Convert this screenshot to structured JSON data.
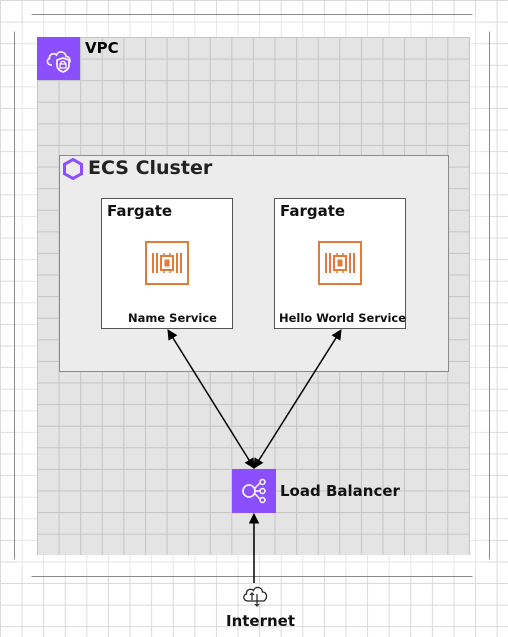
{
  "vpc": {
    "label": "VPC",
    "icon": "vpc-cloud-shield-icon"
  },
  "cluster": {
    "label": "ECS Cluster",
    "icon": "ecs-cluster-icon"
  },
  "services": [
    {
      "container_label": "Fargate",
      "name": "Name Service",
      "icon": "fargate-chip-icon"
    },
    {
      "container_label": "Fargate",
      "name": "Hello World Service",
      "icon": "fargate-chip-icon"
    }
  ],
  "load_balancer": {
    "label": "Load Balancer",
    "icon": "load-balancer-icon"
  },
  "internet": {
    "label": "Internet",
    "icon": "internet-cloud-icon"
  },
  "colors": {
    "purple": "#8c4fff",
    "orange": "#e07b39",
    "line": "#000000"
  }
}
